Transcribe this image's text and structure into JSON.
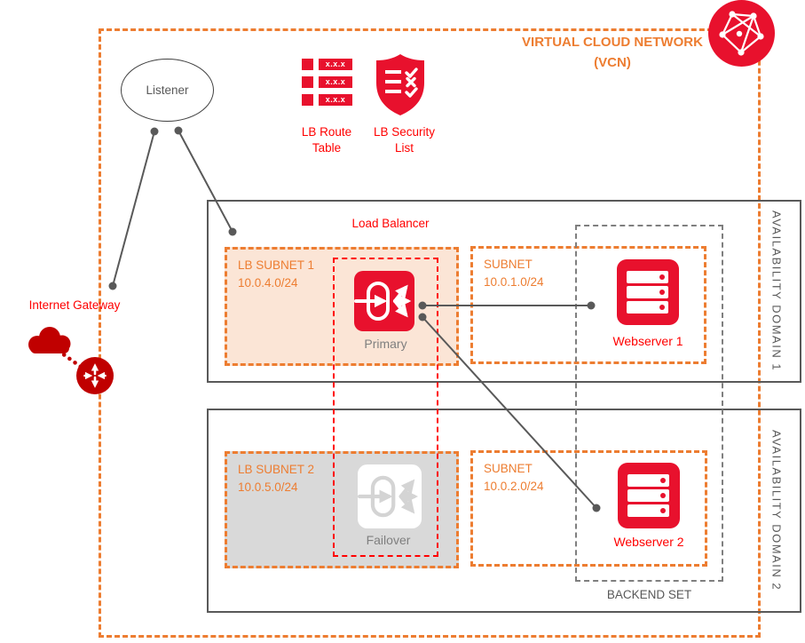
{
  "colors": {
    "orange_accent": "#ED7D31",
    "red_text": "#FF0000",
    "icon_red": "#E8112D",
    "dark_red": "#C00000",
    "gray_text": "#595959",
    "lb_subnet1_fill": "#FBE5D6",
    "lb_subnet2_fill": "#D9D9D9"
  },
  "vcn": {
    "title_line1": "VIRTUAL CLOUD NETWORK",
    "title_line2": "(VCN)"
  },
  "listener": {
    "label": "Listener"
  },
  "route_table": {
    "label_line1": "LB Route",
    "label_line2": "Table",
    "cell": "x.x.x"
  },
  "security_list": {
    "label_line1": "LB Security",
    "label_line2": "List"
  },
  "internet_gateway": {
    "label": "Internet Gateway"
  },
  "availability_domains": {
    "ad1": "AVAILABILITY DOMAIN 1",
    "ad2": "AVAILABILITY DOMAIN 2"
  },
  "load_balancer": {
    "label": "Load Balancer",
    "primary": "Primary",
    "failover": "Failover"
  },
  "subnets": {
    "lb_subnet_1": {
      "name": "LB SUBNET 1",
      "cidr": "10.0.4.0/24"
    },
    "lb_subnet_2": {
      "name": "LB SUBNET 2",
      "cidr": "10.0.5.0/24"
    },
    "web_subnet_1": {
      "name": "SUBNET",
      "cidr": "10.0.1.0/24"
    },
    "web_subnet_2": {
      "name": "SUBNET",
      "cidr": "10.0.2.0/24"
    }
  },
  "backend_set": {
    "label": "BACKEND SET"
  },
  "webservers": {
    "ws1": "Webserver 1",
    "ws2": "Webserver 2"
  }
}
